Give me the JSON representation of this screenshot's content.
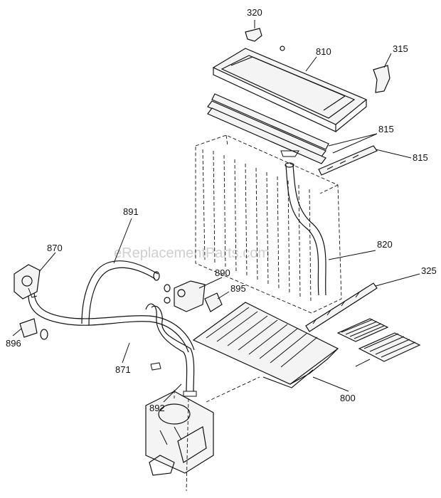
{
  "watermark": "eReplacementParts.com",
  "part_labels": {
    "p320": "320",
    "p810": "810",
    "p315": "315",
    "p815a": "815",
    "p815b": "815",
    "p891": "891",
    "p820": "820",
    "p870": "870",
    "p890": "890",
    "p325": "325",
    "p895": "895",
    "p896": "896",
    "p871": "871",
    "p800": "800",
    "p892": "892"
  }
}
